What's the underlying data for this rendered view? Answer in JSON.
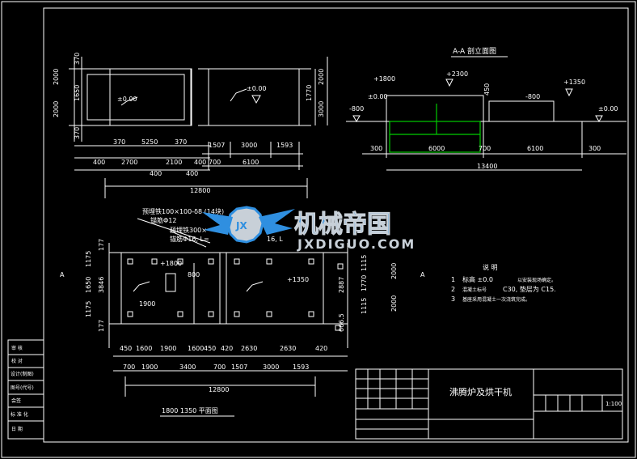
{
  "colors": {
    "background": "#000000",
    "lines": "#ffffff",
    "foundation": "#00cc00",
    "watermark_blue": "#2f8fe0",
    "watermark_silver": "#c8d0d8"
  },
  "watermark": {
    "brand_cn": "机械帝国",
    "brand_url": "JXDIGUO.COM",
    "logo_letters": "JX"
  },
  "section_view": {
    "title": "A-A 剖立面图",
    "levels": [
      "+1800",
      "+2300",
      "+1350",
      "±0.00",
      "-800",
      "-800",
      "±0.00"
    ],
    "bottom_dims": [
      "300",
      "6000",
      "700",
      "6100",
      "300"
    ],
    "total": "13400",
    "misc_dim": "450"
  },
  "top_left_plan": {
    "left_dims": [
      "2000",
      "2000"
    ],
    "inner_dims": [
      "370",
      "1650",
      "370"
    ],
    "level": "±0.00",
    "row1_dims": [
      "370",
      "5250",
      "370"
    ],
    "row2_dims": [
      "400",
      "2700",
      "2100",
      "400"
    ],
    "row3_dims": [
      "400",
      "400"
    ],
    "total": "12800"
  },
  "top_right_plan": {
    "level": "±0.00",
    "right_dims": [
      "2000",
      "1770",
      "3000"
    ],
    "bottom_dims": [
      "1507",
      "3000",
      "1593"
    ],
    "sub_dims": [
      "700",
      "6100"
    ]
  },
  "plan_view": {
    "annotations": [
      "预埋铁100×100-δ8 (14块)",
      "锚筋Φ12",
      "预埋铁300×",
      "锚筋Φ16, L=",
      "16, L"
    ],
    "left_dims": [
      "1175",
      "1650",
      "1175",
      "177",
      "177",
      "3846"
    ],
    "right_dims": [
      "1115",
      "1770",
      "1115",
      "2000",
      "2000",
      "2887",
      "666.5"
    ],
    "levels": [
      "+1800",
      "+1350"
    ],
    "inner_labels": [
      "800",
      "1900"
    ],
    "row1_dims": [
      "450",
      "1600",
      "1900",
      "1600",
      "450",
      "420",
      "2630",
      "2630",
      "420"
    ],
    "row2_dims": [
      "700",
      "1900",
      "3400",
      "700",
      "1507",
      "3000",
      "1593"
    ],
    "total": "12800",
    "section_marks": [
      "A",
      "A"
    ],
    "title": "1800  1350  平面图"
  },
  "notes": {
    "heading": "说   明",
    "items": [
      {
        "num": "1",
        "text": "标高  ±0.0",
        "tail": "以安装现场确定。"
      },
      {
        "num": "2",
        "text": "混凝土标号",
        "tail": "C30, 垫层为     C15."
      },
      {
        "num": "3",
        "text": "基座采用混凝土一次浇筑完成。",
        "tail": ""
      }
    ]
  },
  "stamp_column": {
    "rows": [
      "审 核",
      "校 对",
      "设计(制图)",
      "图号(代号)",
      "会签",
      "标 准 化",
      "日 期"
    ]
  },
  "title_block": {
    "name": "沸腾炉及烘干机",
    "scale": "1:100"
  }
}
